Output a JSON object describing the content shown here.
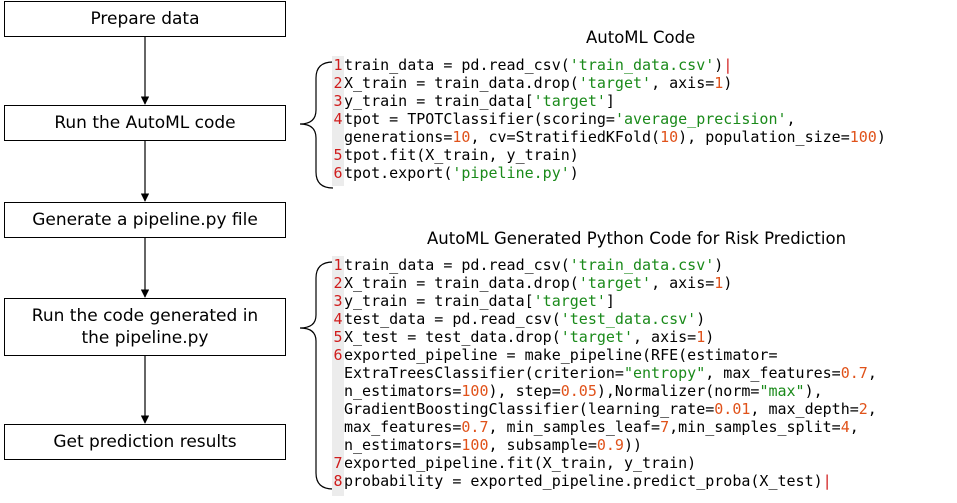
{
  "colors": {
    "line_number": "#d01c1c",
    "string": "#1a8a1a",
    "number": "#e0521a",
    "text": "#000000",
    "gutter": "#ececec"
  },
  "flowchart": {
    "steps": [
      {
        "lines": [
          "Prepare data"
        ]
      },
      {
        "lines": [
          "Run the AutoML code"
        ]
      },
      {
        "lines": [
          "Generate a pipeline.py file"
        ]
      },
      {
        "lines": [
          "Run the code generated in",
          "the pipeline.py"
        ]
      },
      {
        "lines": [
          "Get prediction results"
        ]
      }
    ]
  },
  "automl_code": {
    "title": "AutoML Code",
    "lines": [
      {
        "num": "1",
        "tokens": [
          [
            "t",
            "train_data = pd.read_csv("
          ],
          [
            "s",
            "'train_data.csv'"
          ],
          [
            "t",
            ")"
          ],
          [
            "c",
            "|"
          ]
        ]
      },
      {
        "num": "2",
        "tokens": [
          [
            "t",
            "X_train = train_data.drop("
          ],
          [
            "s",
            "'target'"
          ],
          [
            "t",
            ", axis="
          ],
          [
            "n",
            "1"
          ],
          [
            "t",
            ")"
          ]
        ]
      },
      {
        "num": "3",
        "tokens": [
          [
            "t",
            "y_train = train_data["
          ],
          [
            "s",
            "'target'"
          ],
          [
            "t",
            "]"
          ]
        ]
      },
      {
        "num": "4",
        "tokens": [
          [
            "t",
            "tpot = TPOTClassifier(scoring="
          ],
          [
            "s",
            "'average_precision'"
          ],
          [
            "t",
            ","
          ]
        ]
      },
      {
        "num": "",
        "tokens": [
          [
            "t",
            "generations="
          ],
          [
            "n",
            "10"
          ],
          [
            "t",
            ", cv=StratifiedKFold("
          ],
          [
            "n",
            "10"
          ],
          [
            "t",
            "), population_size="
          ],
          [
            "n",
            "100"
          ],
          [
            "t",
            ")"
          ]
        ]
      },
      {
        "num": "5",
        "tokens": [
          [
            "t",
            "tpot.fit(X_train, y_train)"
          ]
        ]
      },
      {
        "num": "6",
        "tokens": [
          [
            "t",
            "tpot.export("
          ],
          [
            "s",
            "'pipeline.py'"
          ],
          [
            "t",
            ")"
          ]
        ]
      }
    ]
  },
  "generated_code": {
    "title": "AutoML Generated Python Code for Risk Prediction",
    "lines": [
      {
        "num": "1",
        "tokens": [
          [
            "t",
            "train_data = pd.read_csv("
          ],
          [
            "s",
            "'train_data.csv'"
          ],
          [
            "t",
            ")"
          ]
        ]
      },
      {
        "num": "2",
        "tokens": [
          [
            "t",
            "X_train = train_data.drop("
          ],
          [
            "s",
            "'target'"
          ],
          [
            "t",
            ", axis="
          ],
          [
            "n",
            "1"
          ],
          [
            "t",
            ")"
          ]
        ]
      },
      {
        "num": "3",
        "tokens": [
          [
            "t",
            "y_train = train_data["
          ],
          [
            "s",
            "'target'"
          ],
          [
            "t",
            "]"
          ]
        ]
      },
      {
        "num": "4",
        "tokens": [
          [
            "t",
            "test_data = pd.read_csv("
          ],
          [
            "s",
            "'test_data.csv'"
          ],
          [
            "t",
            ")"
          ]
        ]
      },
      {
        "num": "5",
        "tokens": [
          [
            "t",
            "X_test = test_data.drop("
          ],
          [
            "s",
            "'target'"
          ],
          [
            "t",
            ", axis="
          ],
          [
            "n",
            "1"
          ],
          [
            "t",
            ")"
          ]
        ]
      },
      {
        "num": "6",
        "tokens": [
          [
            "t",
            "exported_pipeline = make_pipeline(RFE(estimator="
          ]
        ]
      },
      {
        "num": "",
        "tokens": [
          [
            "t",
            "ExtraTreesClassifier(criterion="
          ],
          [
            "s",
            "\"entropy\""
          ],
          [
            "t",
            ", max_features="
          ],
          [
            "n",
            "0.7"
          ],
          [
            "t",
            ","
          ]
        ]
      },
      {
        "num": "",
        "tokens": [
          [
            "t",
            "n_estimators="
          ],
          [
            "n",
            "100"
          ],
          [
            "t",
            "), step="
          ],
          [
            "n",
            "0.05"
          ],
          [
            "t",
            "),Normalizer(norm="
          ],
          [
            "s",
            "\"max\""
          ],
          [
            "t",
            "),"
          ]
        ]
      },
      {
        "num": "",
        "tokens": [
          [
            "t",
            "GradientBoostingClassifier(learning_rate="
          ],
          [
            "n",
            "0.01"
          ],
          [
            "t",
            ", max_depth="
          ],
          [
            "n",
            "2"
          ],
          [
            "t",
            ","
          ]
        ]
      },
      {
        "num": "",
        "tokens": [
          [
            "t",
            "max_features="
          ],
          [
            "n",
            "0.7"
          ],
          [
            "t",
            ", min_samples_leaf="
          ],
          [
            "n",
            "7"
          ],
          [
            "t",
            ",min_samples_split="
          ],
          [
            "n",
            "4"
          ],
          [
            "t",
            ","
          ]
        ]
      },
      {
        "num": "",
        "tokens": [
          [
            "t",
            "n_estimators="
          ],
          [
            "n",
            "100"
          ],
          [
            "t",
            ", subsample="
          ],
          [
            "n",
            "0.9"
          ],
          [
            "t",
            "))"
          ]
        ]
      },
      {
        "num": "7",
        "tokens": [
          [
            "t",
            "exported_pipeline.fit(X_train, y_train)"
          ]
        ]
      },
      {
        "num": "8",
        "tokens": [
          [
            "t",
            "probability = exported_pipeline.predict_proba(X_test)"
          ],
          [
            "c",
            "|"
          ]
        ]
      }
    ]
  }
}
